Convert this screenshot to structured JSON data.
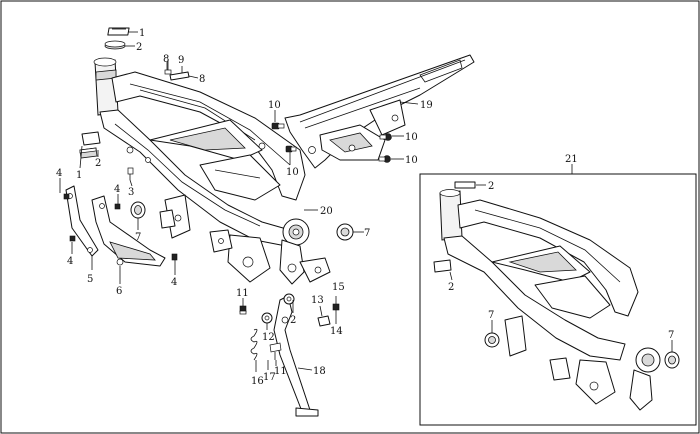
{
  "diagram": {
    "callouts": {
      "c1a": "1",
      "c2a": "2",
      "c8a": "8",
      "c9": "9",
      "c8b": "8",
      "c10a": "10",
      "c19": "19",
      "c10b": "10",
      "c10c": "10",
      "c10d": "10",
      "c2b": "2",
      "c1b": "1",
      "c4a": "4",
      "c4b": "4",
      "c3": "3",
      "c7a": "7",
      "c4c": "4",
      "c5": "5",
      "c6": "6",
      "c4d": "4",
      "c20": "20",
      "c7b": "7",
      "c11a": "11",
      "c12": "12",
      "c2c": "2",
      "c13": "13",
      "c15": "15",
      "c14": "14",
      "c16": "16",
      "c17": "17",
      "c11b": "11",
      "c18": "18",
      "c21": "21",
      "c2d": "2",
      "c2e": "2",
      "c7c": "7",
      "c7d": "7"
    }
  }
}
